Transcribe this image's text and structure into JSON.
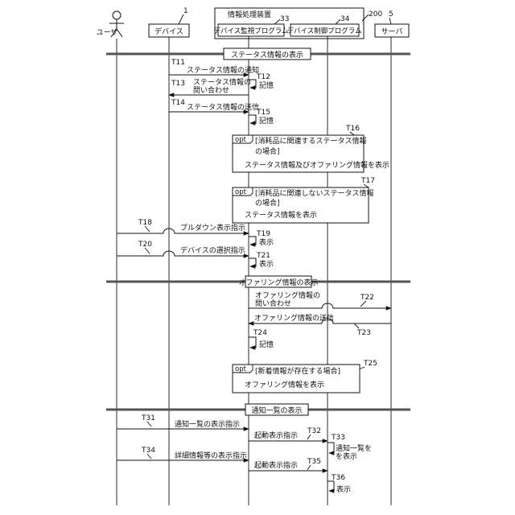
{
  "ref_numbers": {
    "device": "1",
    "device_monitor": "33",
    "device_control": "34",
    "info_processor": "200",
    "server": "5"
  },
  "actors": {
    "user": "ユーザ",
    "device": "デバイス",
    "info_processor": "情報処理装置",
    "device_monitor": "デバイス監視プログラム",
    "device_control": "デバイス制御プログラム",
    "server": "サーバ"
  },
  "sections": {
    "status": "ステータス情報の表示",
    "offering": "オファリング情報の表示",
    "notification": "通知一覧の表示"
  },
  "messages": {
    "t11": "ステータス情報の通知",
    "t13_line1": "ステータス情報の",
    "t13_line2": "問い合わせ",
    "t14": "ステータス情報の送信",
    "t18": "プルダウン表示指示",
    "t20": "デバイスの選択指示",
    "t22_line1": "オファリング情報の",
    "t22_line2": "問い合わせ",
    "t23": "オファリング情報の送信",
    "t31": "通知一覧の表示指示",
    "t32": "起動表示指示",
    "t34": "詳細情報等の表示指示",
    "t35": "起動表示指示"
  },
  "self_actions": {
    "t12": "記憶",
    "t15": "記憶",
    "t19": "表示",
    "t21": "表示",
    "t24": "記憶",
    "t33_line1": "通知一覧を",
    "t33_line2": "を表示",
    "t36": "表示"
  },
  "tags": {
    "t11": "T11",
    "t12": "T12",
    "t13": "T13",
    "t14": "T14",
    "t15": "T15",
    "t16": "T16",
    "t17": "T17",
    "t18": "T18",
    "t19": "T19",
    "t20": "T20",
    "t21": "T21",
    "t22": "T22",
    "t23": "T23",
    "t24": "T24",
    "t25": "T25",
    "t31": "T31",
    "t32": "T32",
    "t33": "T33",
    "t34": "T34",
    "t35": "T35",
    "t36": "T36"
  },
  "opt_frames": {
    "f1": {
      "keyword": "opt",
      "cond_line1": "[消耗品に関連するステータス情報",
      "cond_line2": "の場合]",
      "body": "ステータス情報及びオファリング情報を表示"
    },
    "f2": {
      "keyword": "opt",
      "cond_line1": "[消耗品に関連しないステータス情報",
      "cond_line2": "の場合]",
      "body": "ステータス情報を表示"
    },
    "f3": {
      "keyword": "opt",
      "cond_line1": "[新着情報が存在する場合]",
      "body": "オファリング情報を表示"
    }
  }
}
